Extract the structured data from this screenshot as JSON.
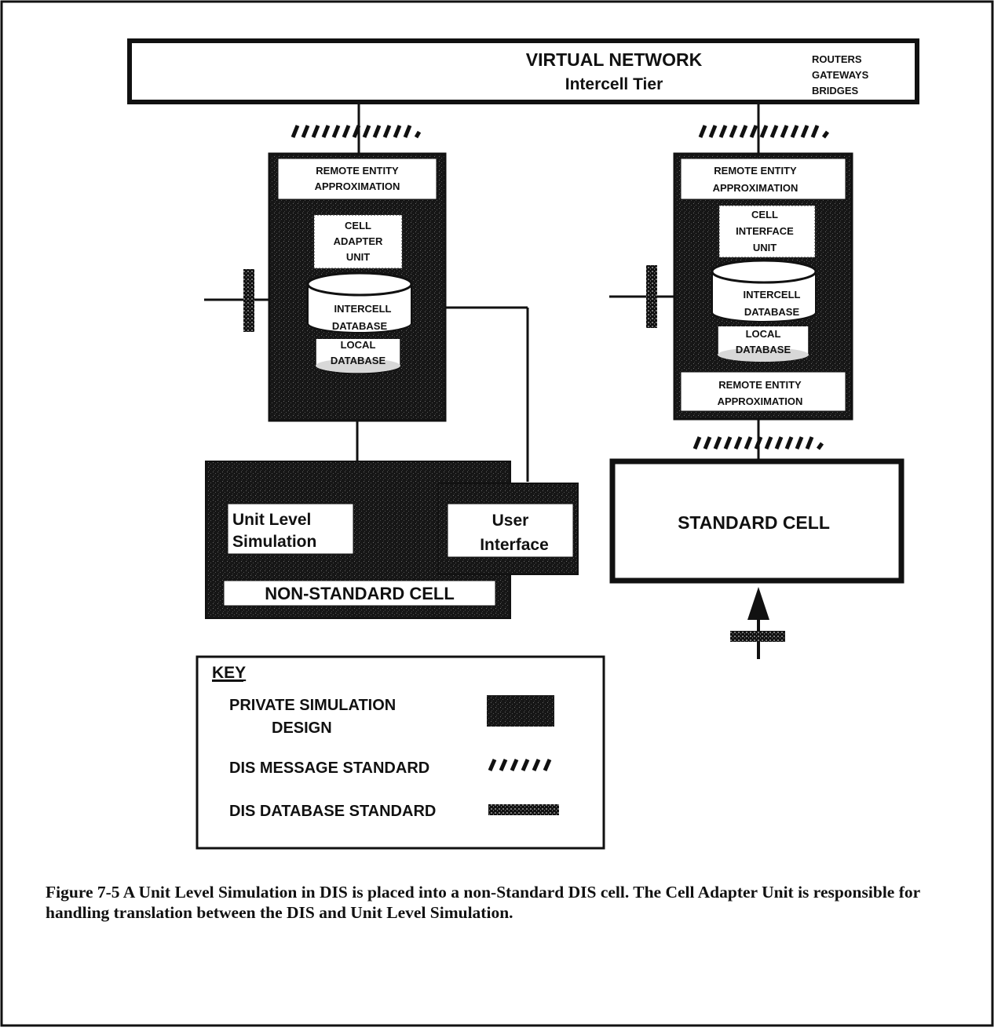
{
  "virtual_network": {
    "title": "VIRTUAL NETWORK",
    "subtitle": "Intercell Tier",
    "devices": [
      "ROUTERS",
      "GATEWAYS",
      "BRIDGES"
    ]
  },
  "left_cell": {
    "rea_lines": [
      "REMOTE ENTITY",
      "APPROXIMATION"
    ],
    "adapter_lines": [
      "CELL",
      "ADAPTER",
      "UNIT"
    ],
    "intercell_db_lines": [
      "INTERCELL",
      "DATABASE"
    ],
    "local_db_lines": [
      "LOCAL",
      "DATABASE"
    ],
    "ulsim_lines": [
      "Unit Level",
      "Simulation"
    ],
    "ui_lines": [
      "User",
      "Interface"
    ],
    "label": "NON-STANDARD CELL"
  },
  "right_cell": {
    "rea_top_lines": [
      "REMOTE ENTITY",
      "APPROXIMATION"
    ],
    "interface_lines": [
      "CELL",
      "INTERFACE",
      "UNIT"
    ],
    "intercell_db_lines": [
      "INTERCELL",
      "DATABASE"
    ],
    "local_db_lines": [
      "LOCAL",
      "DATABASE"
    ],
    "rea_bottom_lines": [
      "REMOTE ENTITY",
      "APPROXIMATION"
    ]
  },
  "standard_cell": {
    "label": "STANDARD CELL"
  },
  "key": {
    "title": "KEY",
    "private_lines": [
      "PRIVATE SIMULATION",
      "DESIGN"
    ],
    "message_label": "DIS MESSAGE STANDARD",
    "database_label": "DIS DATABASE STANDARD"
  },
  "caption": {
    "lead": "Figure 7-5     A Unit Level Simulation in DIS",
    "rest": " is placed into a non-Standard DIS cell. The Cell Adapter Unit is responsible for handling translation between the DIS and Unit Level Simulation."
  }
}
